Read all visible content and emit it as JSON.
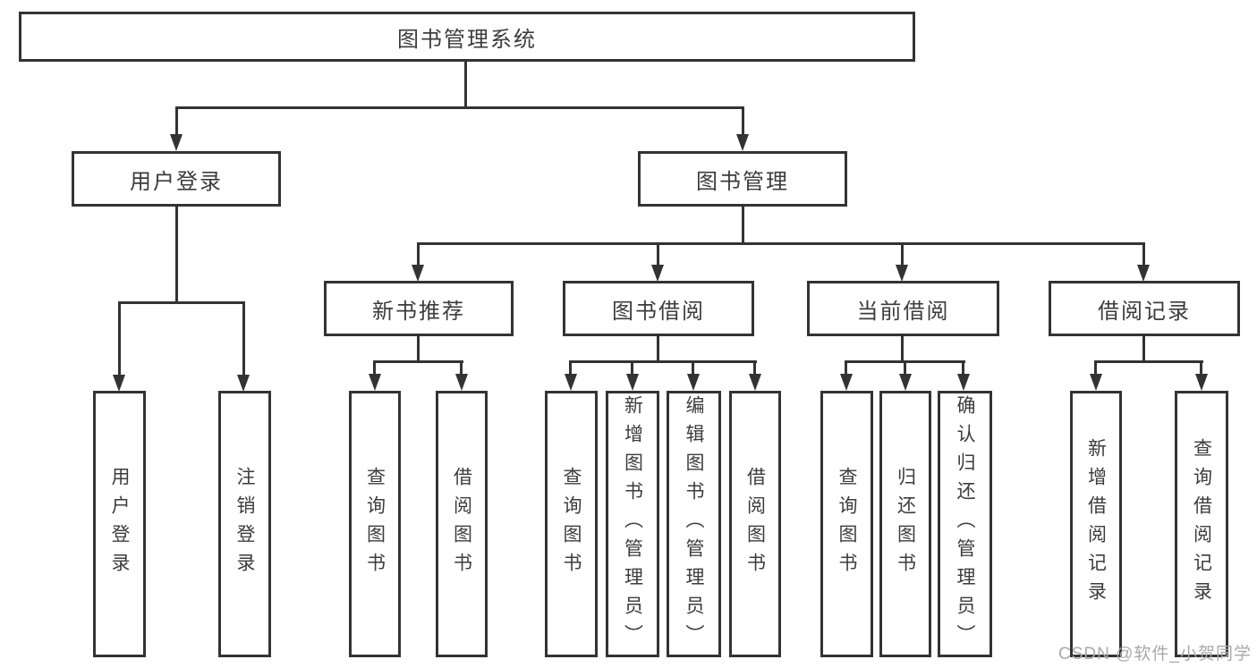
{
  "diagram": {
    "title": "图书管理系统",
    "branches": [
      {
        "label": "用户登录",
        "children": [
          {
            "label": "用户登录"
          },
          {
            "label": "注销登录"
          }
        ]
      },
      {
        "label": "图书管理",
        "children": [
          {
            "label": "新书推荐",
            "children": [
              {
                "label": "查询图书"
              },
              {
                "label": "借阅图书"
              }
            ]
          },
          {
            "label": "图书借阅",
            "children": [
              {
                "label": "查询图书"
              },
              {
                "label": "新增图书（管理员）"
              },
              {
                "label": "编辑图书（管理员）"
              },
              {
                "label": "借阅图书"
              }
            ]
          },
          {
            "label": "当前借阅",
            "children": [
              {
                "label": "查询图书"
              },
              {
                "label": "归还图书"
              },
              {
                "label": "确认归还（管理员）"
              }
            ]
          },
          {
            "label": "借阅记录",
            "children": [
              {
                "label": "新增借阅记录"
              },
              {
                "label": "查询借阅记录"
              }
            ]
          }
        ]
      }
    ]
  },
  "watermark": {
    "text": "CSDN @软件_小贺同学"
  },
  "colors": {
    "line": "#333333",
    "text": "#3c3c3c",
    "background": "#ffffff",
    "watermark": "#a9a9a9"
  }
}
